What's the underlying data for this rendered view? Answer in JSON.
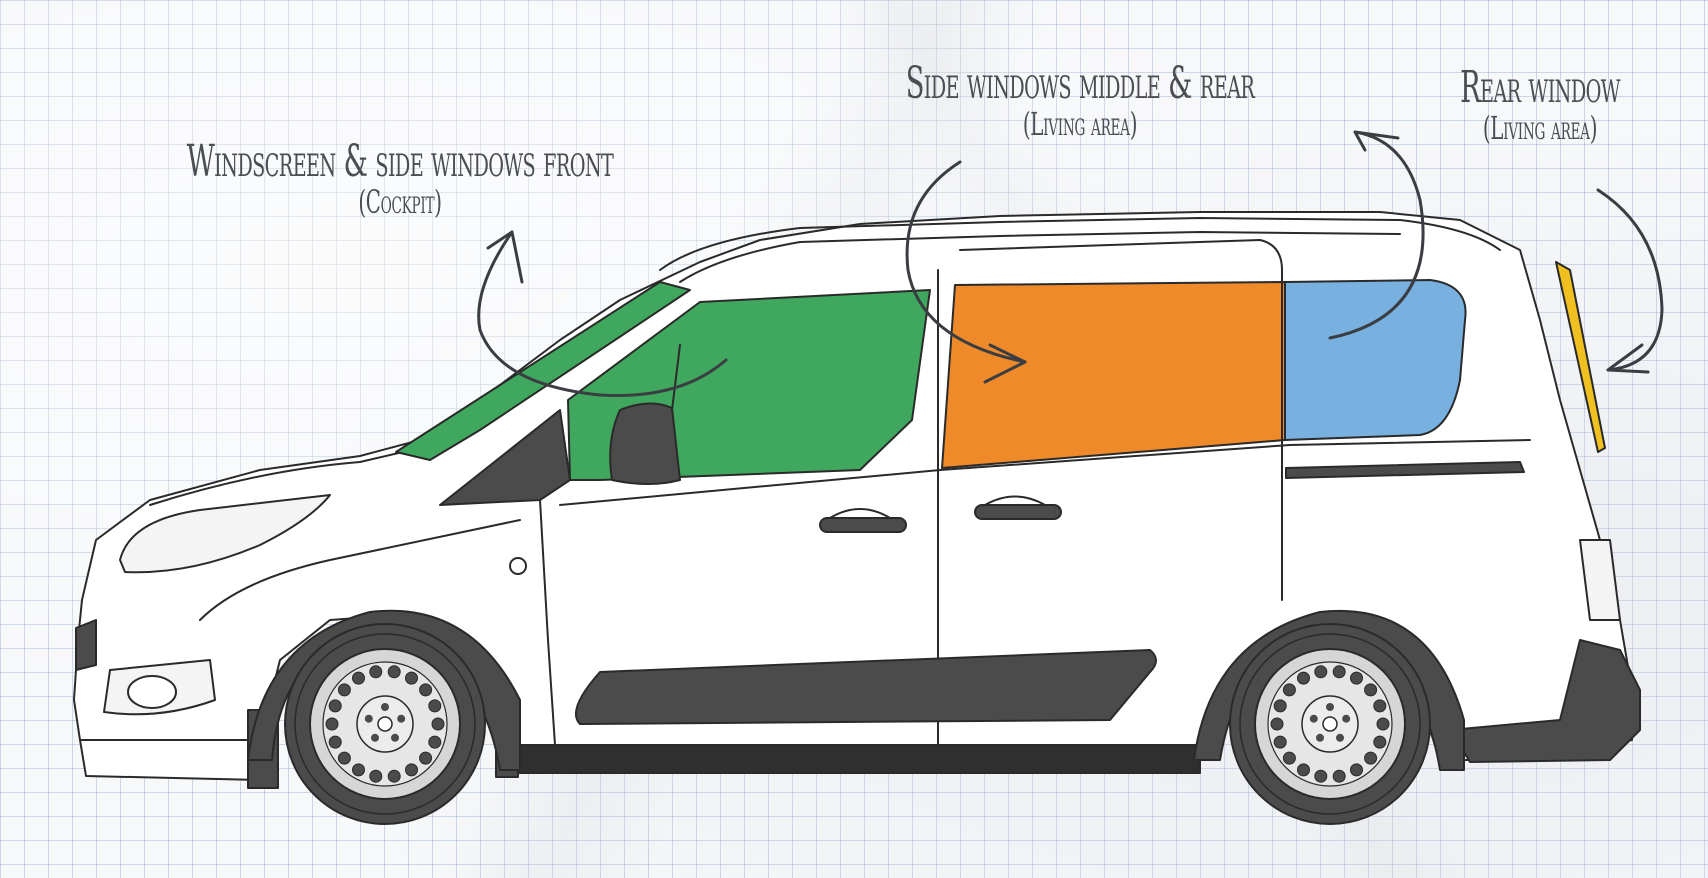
{
  "labels": {
    "cockpit": {
      "title": "Windscreen & side windows front",
      "subtitle": "(Cockpit)"
    },
    "middle": {
      "title": "Side windows middle & rear",
      "subtitle": "(Living area)"
    },
    "rear": {
      "title": "Rear window",
      "subtitle": "(Living area)"
    }
  },
  "colors": {
    "cockpit": "#3fa85e",
    "middle": "#ef8a2a",
    "rear_side": "#78b0e0",
    "rear_window": "#f0c020",
    "outline": "#2a2a2a",
    "trim": "#4b4b4b"
  }
}
